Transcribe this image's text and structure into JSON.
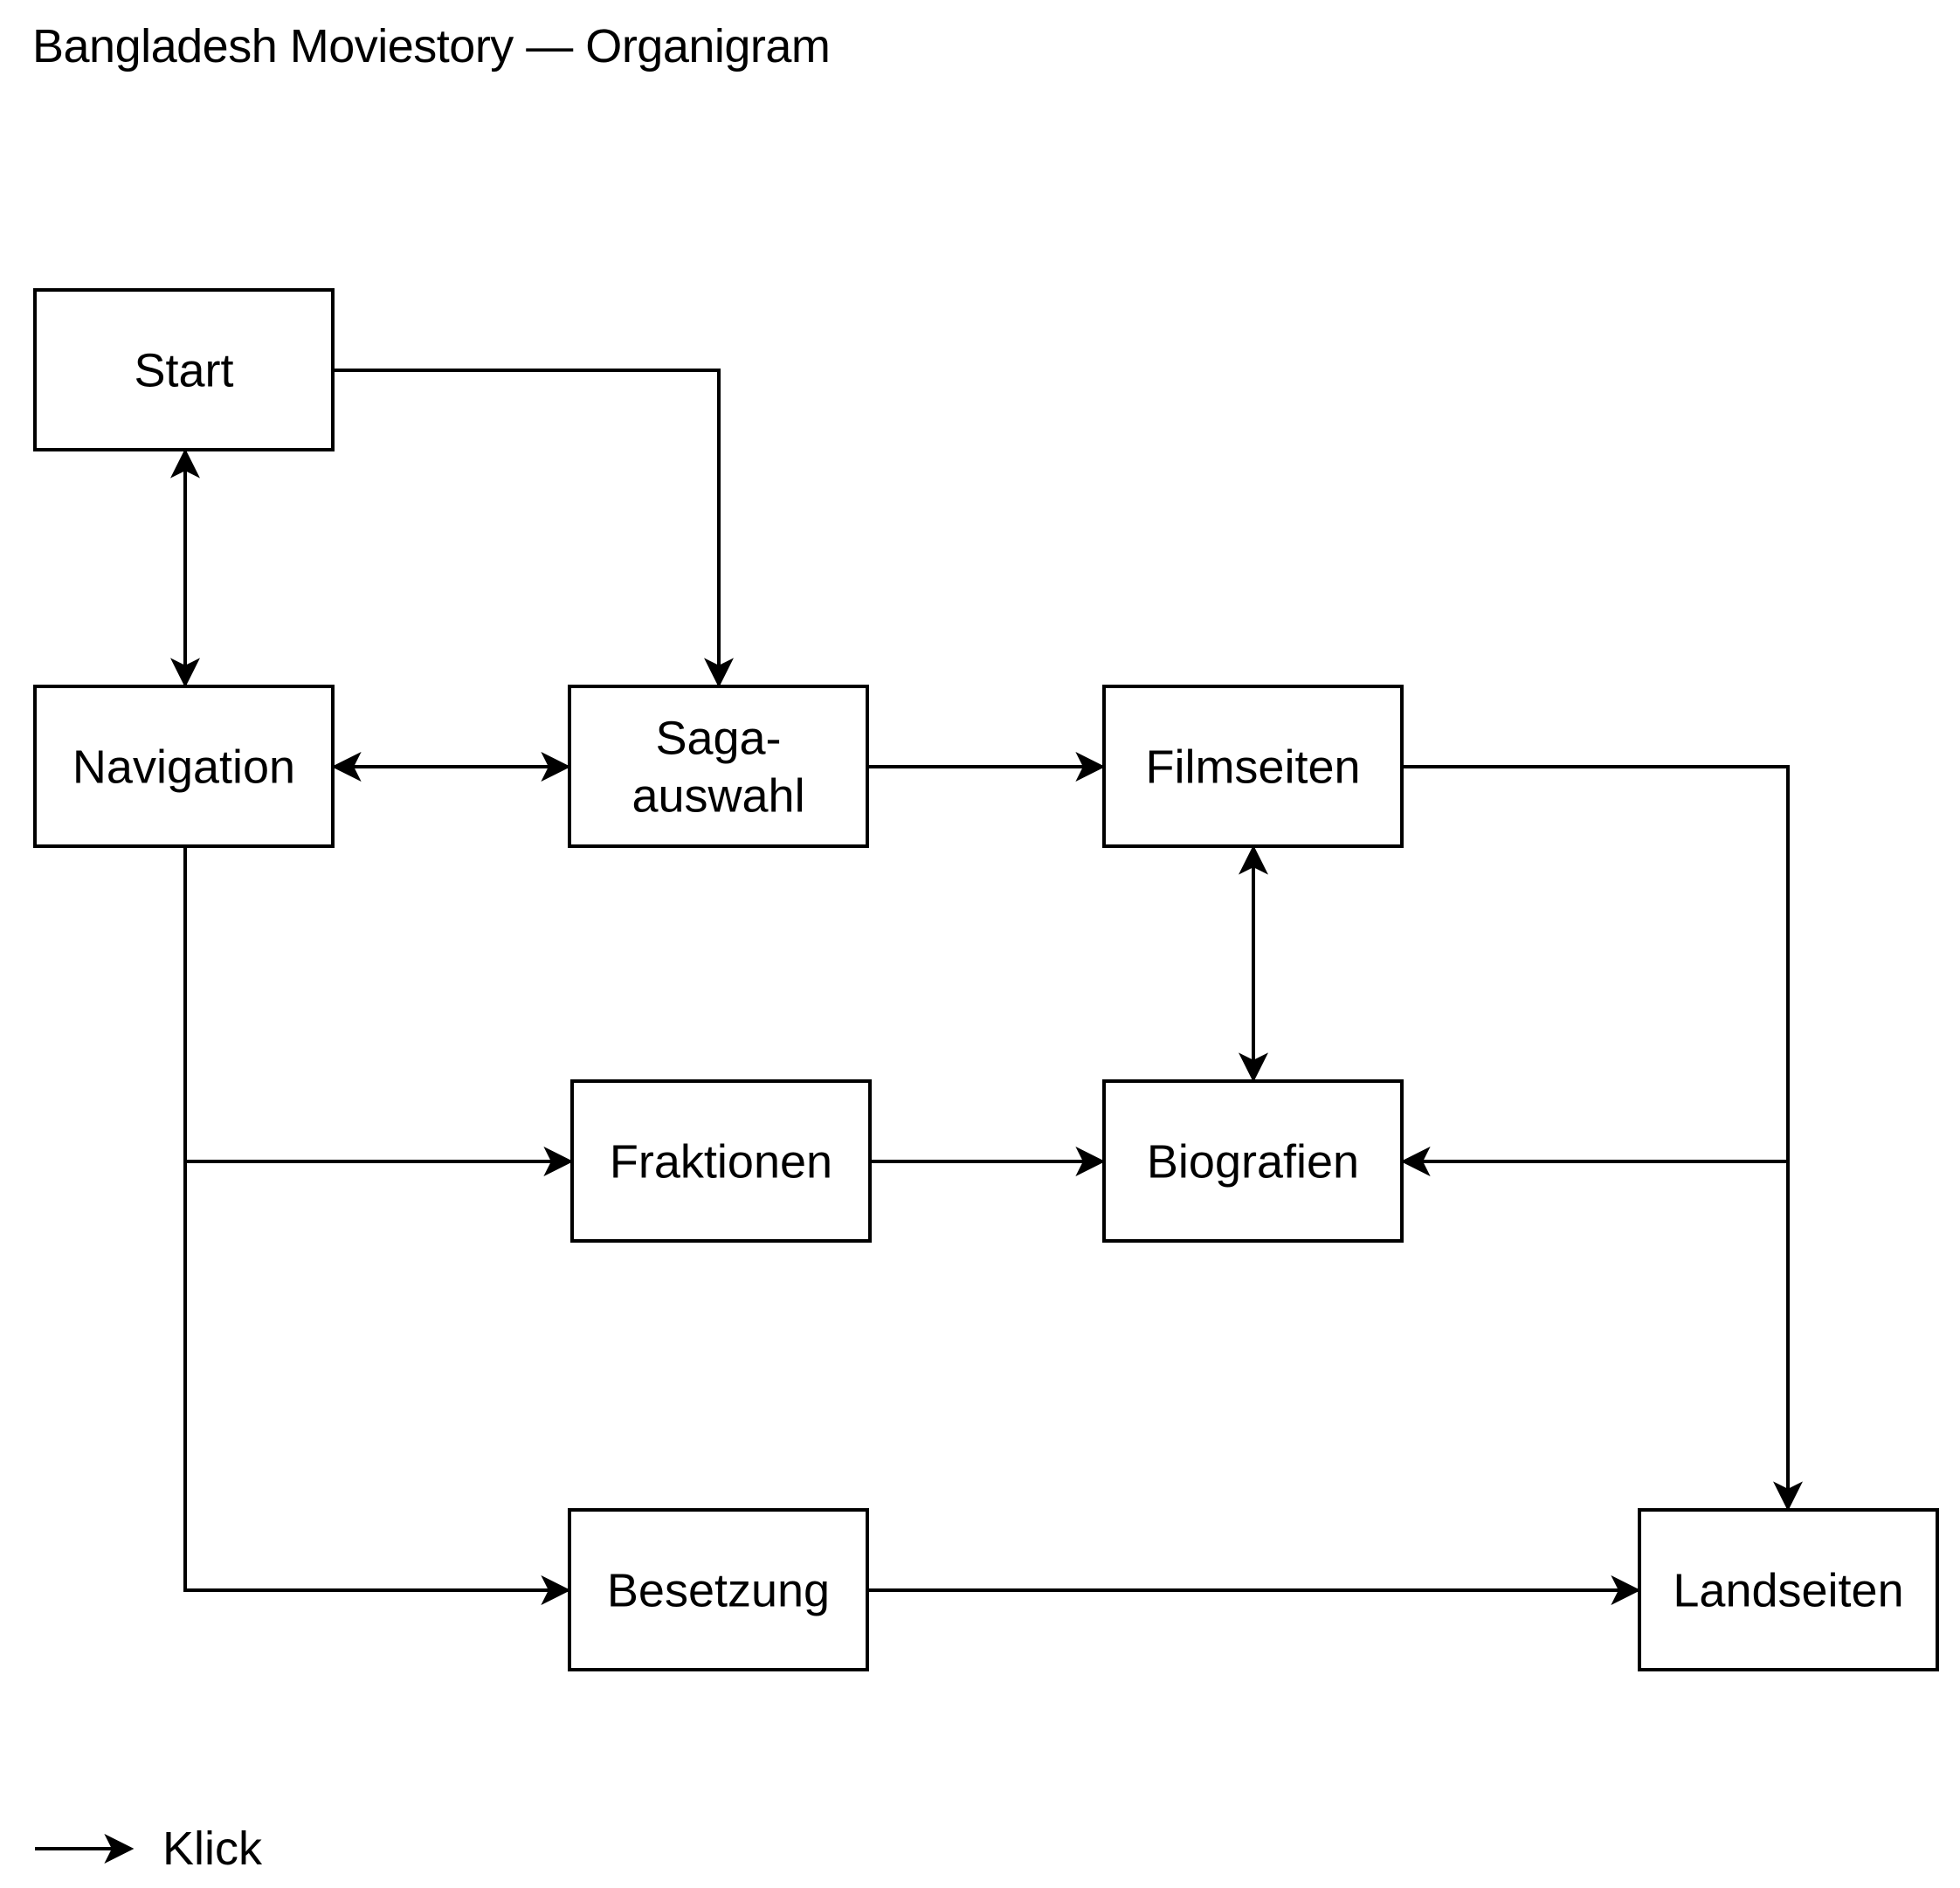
{
  "title": "Bangladesh Moviestory — Organigram",
  "colors": {
    "stroke": "#000000",
    "background": "#ffffff"
  },
  "nodes": {
    "start": {
      "lines": [
        "Start"
      ]
    },
    "navigation": {
      "lines": [
        "Navigation"
      ]
    },
    "sagaauswahl": {
      "lines": [
        "Saga-",
        "auswahl"
      ]
    },
    "filmseiten": {
      "lines": [
        "Filmseiten"
      ]
    },
    "fraktionen": {
      "lines": [
        "Fraktionen"
      ]
    },
    "biografien": {
      "lines": [
        "Biografien"
      ]
    },
    "besetzung": {
      "lines": [
        "Besetzung"
      ]
    },
    "landseiten": {
      "lines": [
        "Landseiten"
      ]
    }
  },
  "edges": [
    {
      "from": "start",
      "to": "navigation",
      "bidirectional": true
    },
    {
      "from": "start",
      "to": "sagaauswahl",
      "bidirectional": false
    },
    {
      "from": "navigation",
      "to": "sagaauswahl",
      "bidirectional": true
    },
    {
      "from": "sagaauswahl",
      "to": "filmseiten",
      "bidirectional": false
    },
    {
      "from": "filmseiten",
      "to": "biografien",
      "bidirectional": true
    },
    {
      "from": "filmseiten",
      "to": "landseiten",
      "bidirectional": false
    },
    {
      "from": "filmseiten",
      "to": "biografien",
      "bidirectional": false,
      "via": "right-trunk"
    },
    {
      "from": "navigation",
      "to": "fraktionen",
      "bidirectional": false
    },
    {
      "from": "navigation",
      "to": "besetzung",
      "bidirectional": false
    },
    {
      "from": "fraktionen",
      "to": "biografien",
      "bidirectional": false
    },
    {
      "from": "besetzung",
      "to": "landseiten",
      "bidirectional": false
    }
  ],
  "legend": {
    "label": "Klick"
  }
}
